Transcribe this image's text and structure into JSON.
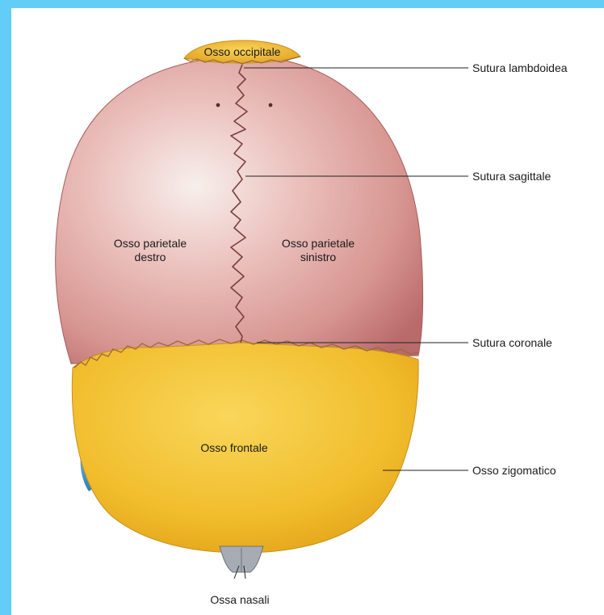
{
  "diagram": {
    "bones": {
      "occipital": "Osso occipitale",
      "parietal_right": [
        "Osso parietale",
        "destro"
      ],
      "parietal_left": [
        "Osso parietale",
        "sinistro"
      ],
      "frontal": "Osso frontale",
      "nasal": "Ossa nasali"
    },
    "callouts": {
      "lambdoid": "Sutura lambdoidea",
      "sagittal": "Sutura sagittale",
      "coronal": "Sutura coronale",
      "zygomatic": "Osso zigomatico"
    },
    "colors": {
      "background_border": "#62cdf6",
      "parietal": "#d89a9a",
      "frontal": "#f2bf2e",
      "occipital": "#f0c23a",
      "zygomatic": "#4ea4d6",
      "nasal": "#9aa0aa"
    }
  }
}
